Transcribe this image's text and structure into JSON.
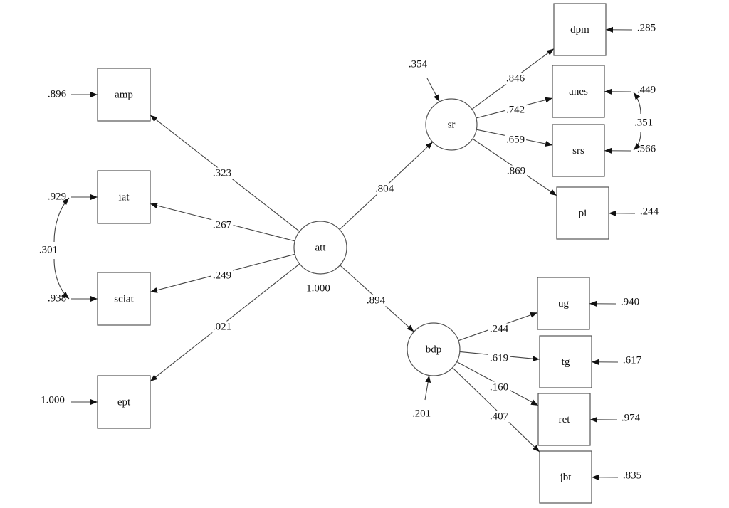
{
  "diagram": {
    "type": "structural-equation-model",
    "nodes": {
      "amp": {
        "label": "amp",
        "shape": "box",
        "error": ".896"
      },
      "iat": {
        "label": "iat",
        "shape": "box",
        "error": ".929"
      },
      "sciat": {
        "label": "sciat",
        "shape": "box",
        "error": ".938"
      },
      "ept": {
        "label": "ept",
        "shape": "box",
        "error": "1.000"
      },
      "att": {
        "label": "att",
        "shape": "circle",
        "variance": "1.000"
      },
      "sr": {
        "label": "sr",
        "shape": "circle",
        "error": ".354"
      },
      "bdp": {
        "label": "bdp",
        "shape": "circle",
        "error": ".201"
      },
      "dpm": {
        "label": "dpm",
        "shape": "box",
        "error": ".285"
      },
      "anes": {
        "label": "anes",
        "shape": "box",
        "error": ".449"
      },
      "srs": {
        "label": "srs",
        "shape": "box",
        "error": ".566"
      },
      "pi": {
        "label": "pi",
        "shape": "box",
        "error": ".244"
      },
      "ug": {
        "label": "ug",
        "shape": "box",
        "error": ".940"
      },
      "tg": {
        "label": "tg",
        "shape": "box",
        "error": ".617"
      },
      "ret": {
        "label": "ret",
        "shape": "box",
        "error": ".974"
      },
      "jbt": {
        "label": "jbt",
        "shape": "box",
        "error": ".835"
      }
    },
    "paths": [
      {
        "from": "att",
        "to": "amp",
        "coef": ".323"
      },
      {
        "from": "att",
        "to": "iat",
        "coef": ".267"
      },
      {
        "from": "att",
        "to": "sciat",
        "coef": ".249"
      },
      {
        "from": "att",
        "to": "ept",
        "coef": ".021"
      },
      {
        "from": "att",
        "to": "sr",
        "coef": ".804"
      },
      {
        "from": "att",
        "to": "bdp",
        "coef": ".894"
      },
      {
        "from": "sr",
        "to": "dpm",
        "coef": ".846"
      },
      {
        "from": "sr",
        "to": "anes",
        "coef": ".742"
      },
      {
        "from": "sr",
        "to": "srs",
        "coef": ".659"
      },
      {
        "from": "sr",
        "to": "pi",
        "coef": ".869"
      },
      {
        "from": "bdp",
        "to": "ug",
        "coef": ".244"
      },
      {
        "from": "bdp",
        "to": "tg",
        "coef": ".619"
      },
      {
        "from": "bdp",
        "to": "ret",
        "coef": ".160"
      },
      {
        "from": "bdp",
        "to": "jbt",
        "coef": ".407"
      }
    ],
    "covariances": [
      {
        "between": [
          "iat",
          "sciat"
        ],
        "value": ".301"
      },
      {
        "between": [
          "anes",
          "srs"
        ],
        "value": ".351"
      }
    ]
  }
}
